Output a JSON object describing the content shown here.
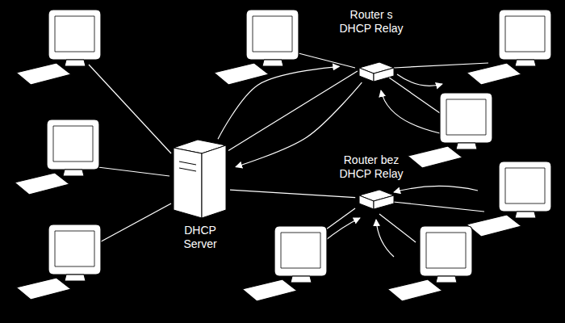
{
  "diagram": {
    "nodes": [
      {
        "text": [
          "Router s DHCP Relay"
        ]
      },
      {
        "text": [
          "DHCP Server"
        ]
      },
      {
        "text": [
          "Router bez DHCP Relay"
        ]
      }
    ],
    "edges": [
      {
        "from": 1,
        "to": 0,
        "arrow": "none"
      },
      {
        "from": 1,
        "to": 0,
        "arrow": "to"
      },
      {
        "from": 0,
        "to": 1,
        "arrow": "to"
      },
      {
        "from": 1,
        "to": 2,
        "arrow": "none"
      }
    ]
  }
}
